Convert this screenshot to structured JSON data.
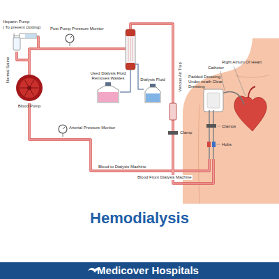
{
  "diagram": {
    "title": "Hemodialysis",
    "nodes": [
      {
        "text": [
          "Blood Pump"
        ]
      },
      {
        "text": [
          "Used Dialysis Fluid Removes Wastes"
        ]
      },
      {
        "text": [
          "Dialysis Fluid"
        ]
      }
    ],
    "labels": [
      "Heparin Pump",
      "( To prevent clotting)",
      "Post Pump Pressure Monitor",
      "Normal Saline",
      "Arterial Pressure Monitor",
      "Venous Air Trap",
      "Clamp",
      "Blood to Dialysis Machine",
      "Blood From Dialysis Machine",
      "Right Atrium Of Heart",
      "Catheter",
      "Padded Dressing Under neath Clear Dressing",
      "Clamps",
      "Hubs",
      "Medicover Hospitals"
    ]
  }
}
